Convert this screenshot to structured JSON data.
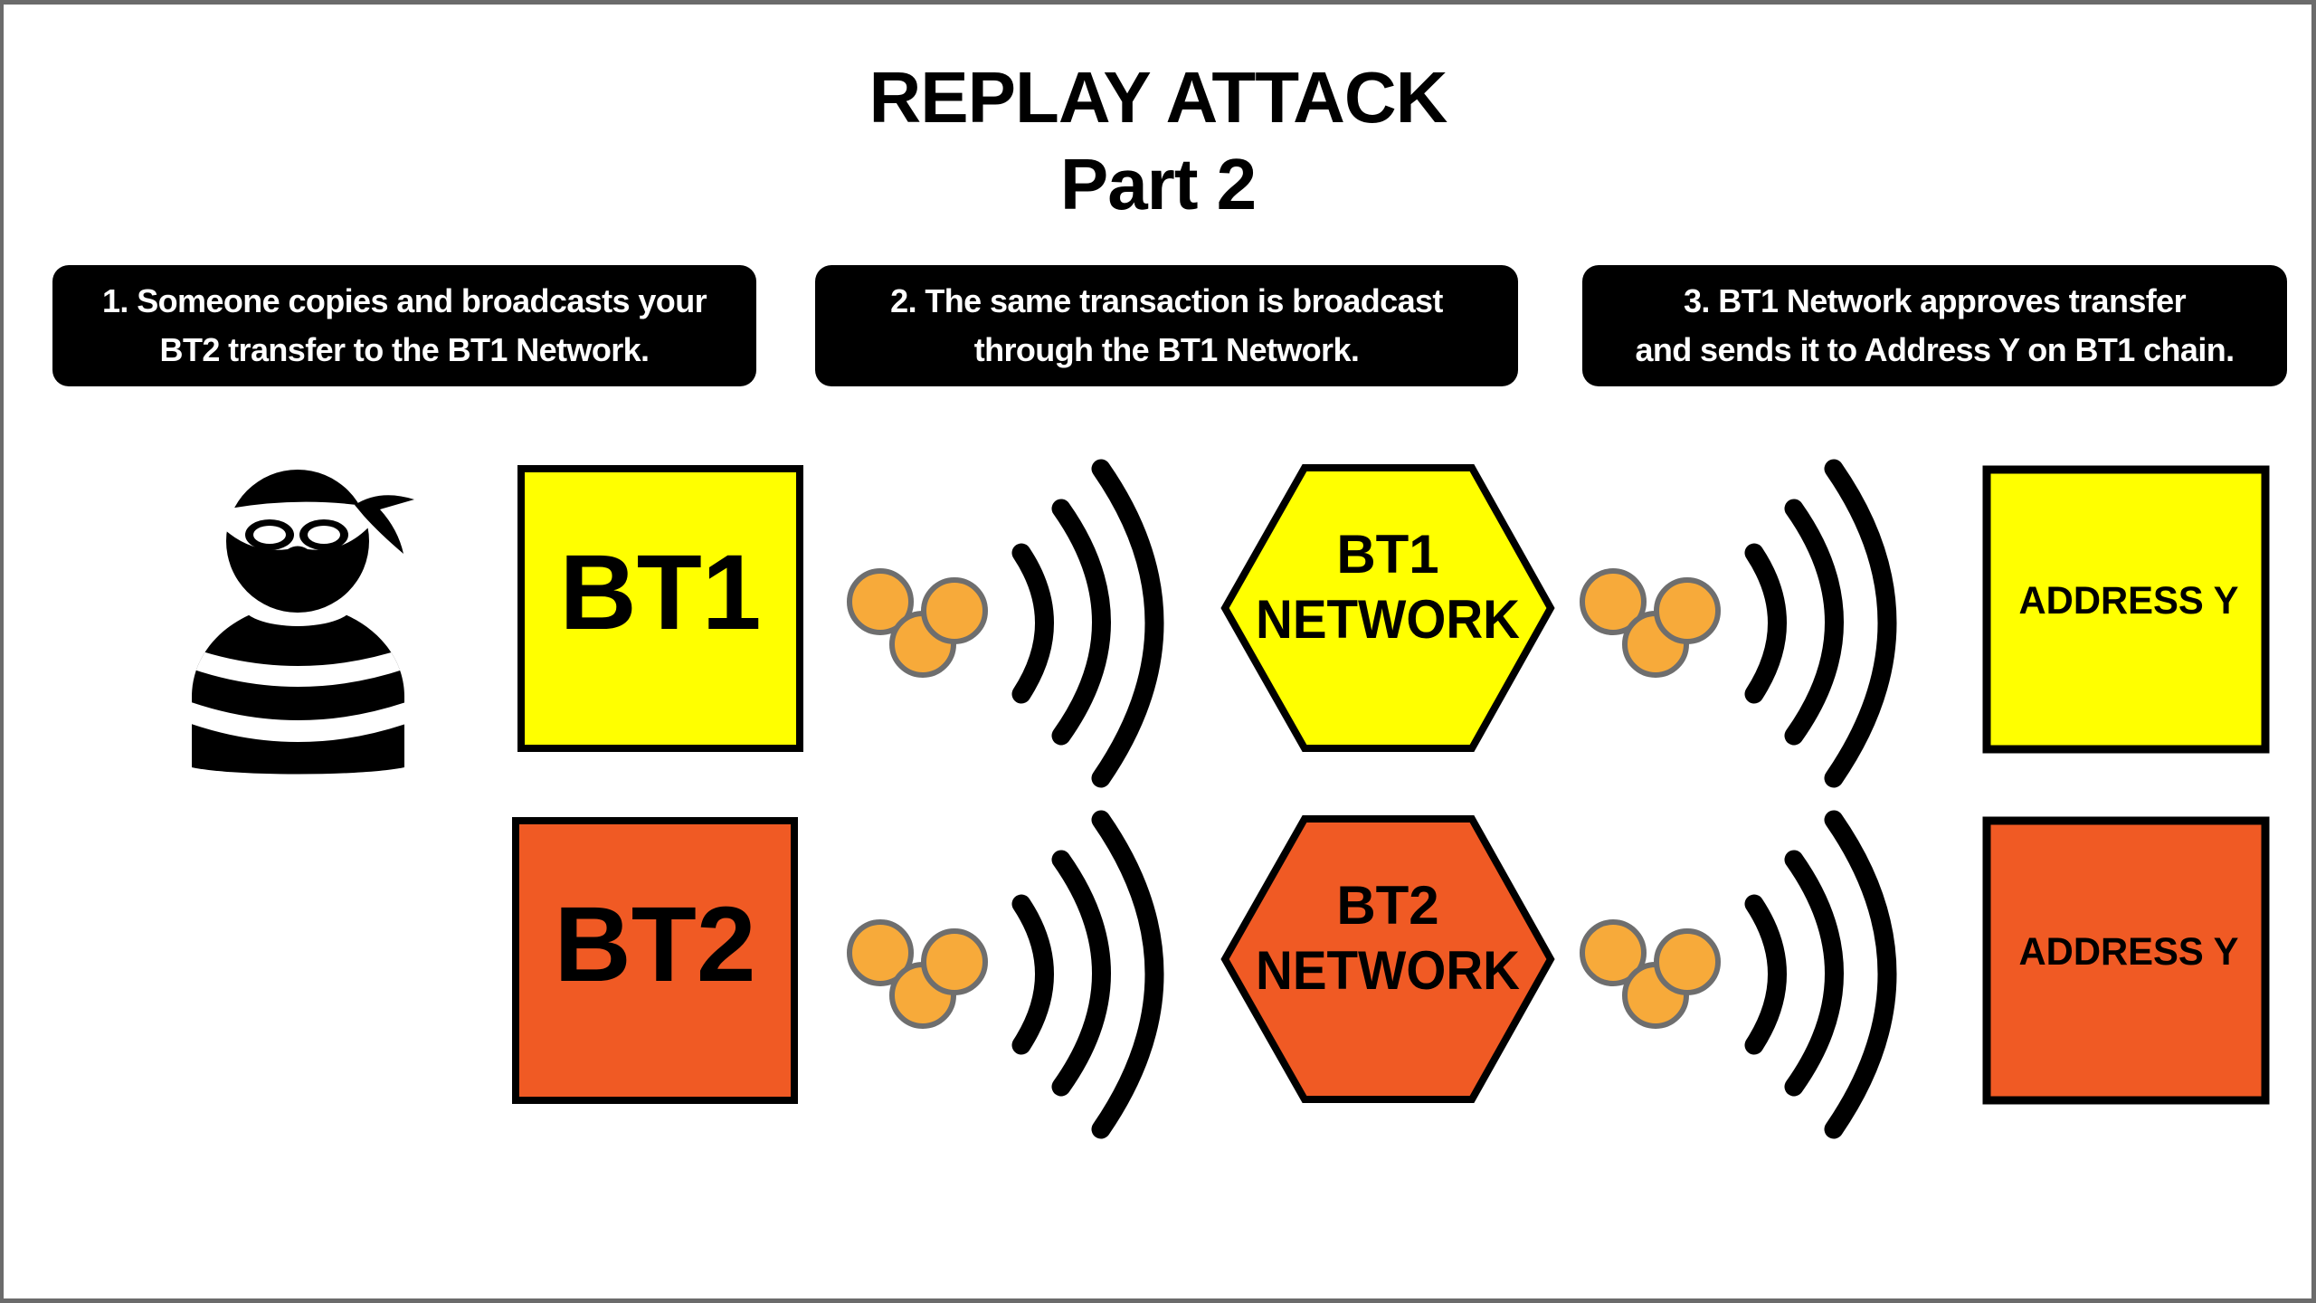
{
  "title": "REPLAY ATTACK",
  "subtitle": "Part 2",
  "captions": [
    {
      "lines": [
        "1. Someone copies and broadcasts your",
        "BT2 transfer to the BT1 Network."
      ]
    },
    {
      "lines": [
        "2. The same transaction is broadcast",
        "through the BT1 Network."
      ]
    },
    {
      "lines": [
        "3. BT1 Network approves transfer",
        "and sends it to Address Y on BT1 chain."
      ]
    }
  ],
  "rows": [
    {
      "chain": "BT1",
      "color": "#ffff00",
      "source_label": "BT1",
      "network_lines": [
        "BT1",
        "NETWORK"
      ],
      "destination_label": "ADDRESS Y"
    },
    {
      "chain": "BT2",
      "color": "#f05a24",
      "source_label": "BT2",
      "network_lines": [
        "BT2",
        "NETWORK"
      ],
      "destination_label": "ADDRESS Y"
    }
  ],
  "icons": {
    "actor": "thief-icon",
    "coins": "coins-icon",
    "signal": "broadcast-signal-icon"
  },
  "colors": {
    "coin_fill": "#f7aa3a",
    "coin_stroke": "#6e6e6e",
    "outline": "#000000",
    "caption_bg": "#000000",
    "caption_text": "#ffffff",
    "frame": "#6b6b6b"
  }
}
